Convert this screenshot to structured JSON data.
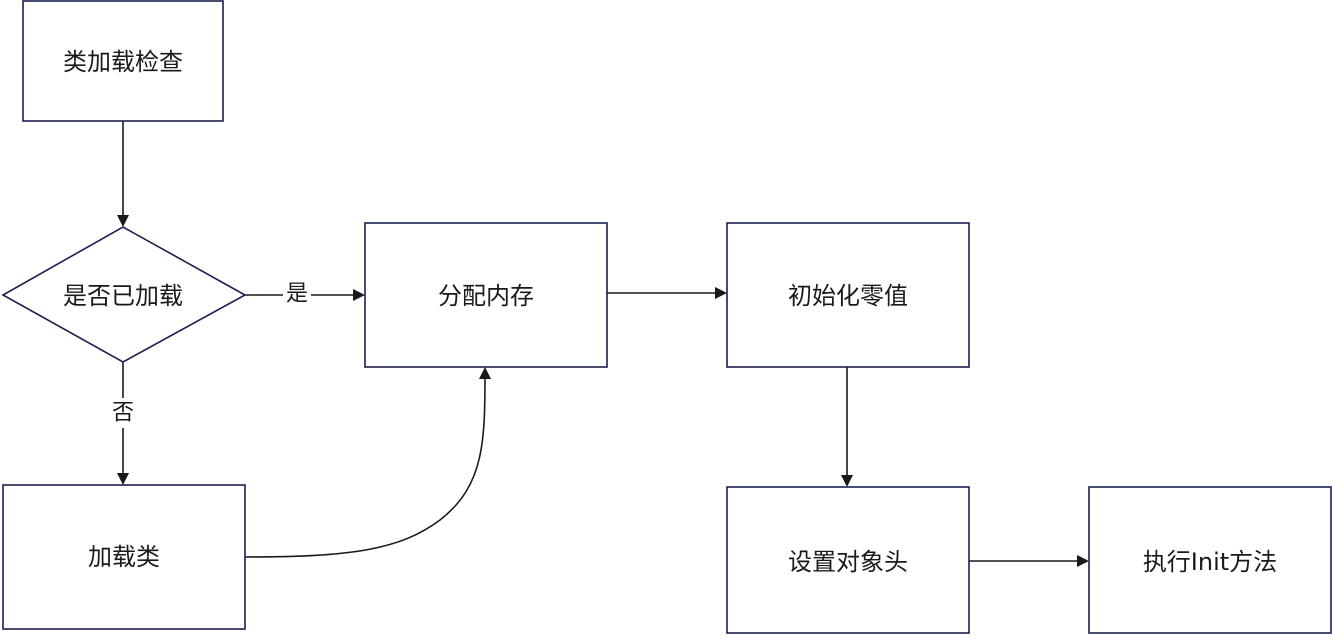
{
  "nodes": {
    "class_load_check": "类加载检查",
    "is_loaded": "是否已加载",
    "allocate_memory": "分配内存",
    "init_zero": "初始化零值",
    "load_class": "加载类",
    "set_header": "设置对象头",
    "exec_init": "执行Init方法"
  },
  "edges": {
    "yes": "是",
    "no": "否"
  },
  "colors": {
    "node_border": "#1a2050",
    "edge": "#1a1a1a"
  }
}
